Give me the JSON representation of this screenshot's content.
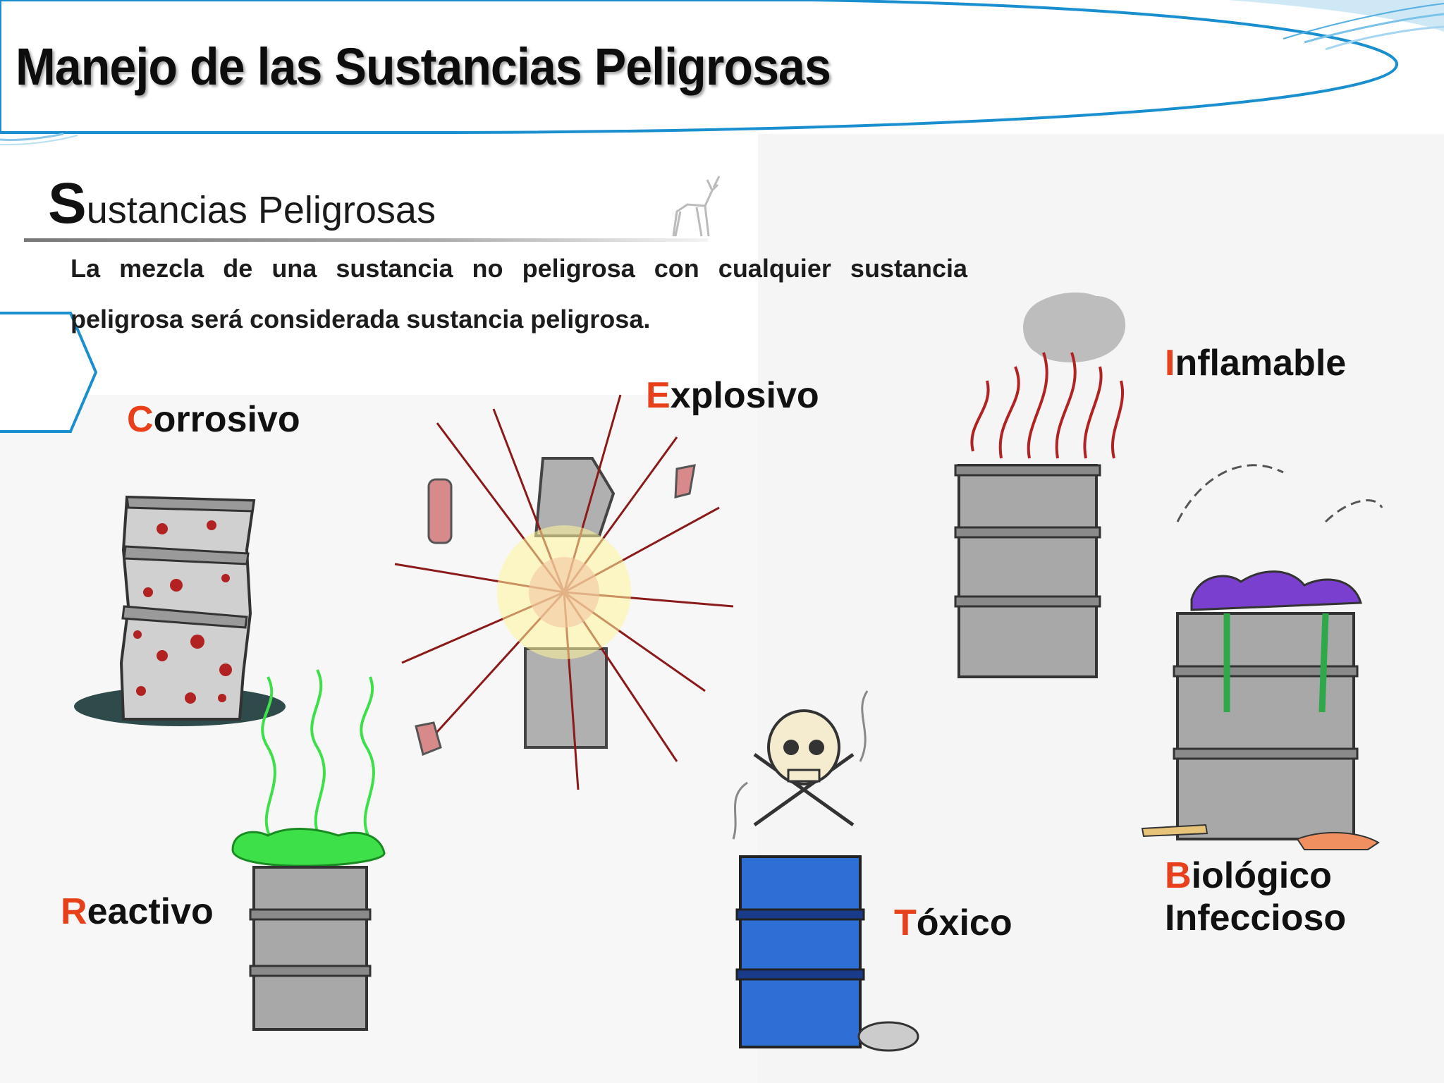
{
  "header": {
    "title": "Manejo de las  Sustancias Peligrosas"
  },
  "section": {
    "subtitle_initial": "S",
    "subtitle_rest": "ustancias Peligrosas",
    "description": "La mezcla de una sustancia no peligrosa con cualquier sustancia peligrosa será considerada sustancia peligrosa."
  },
  "categories": [
    {
      "initial": "C",
      "rest": "orrosivo"
    },
    {
      "initial": "E",
      "rest": "xplosivo"
    },
    {
      "initial": "I",
      "rest": "nflamable"
    },
    {
      "initial": "R",
      "rest": "eactivo"
    },
    {
      "initial": "T",
      "rest": "óxico"
    },
    {
      "initial": "B",
      "rest": "iológico",
      "line2": "Infeccioso"
    }
  ],
  "colors": {
    "accent_letter": "#e8401a",
    "frame_blue": "#1a8fd0",
    "toxic_barrel": "#2e6fd6",
    "barrel_gray": "#a8a8a8",
    "reactive_green": "#3ee04a"
  }
}
